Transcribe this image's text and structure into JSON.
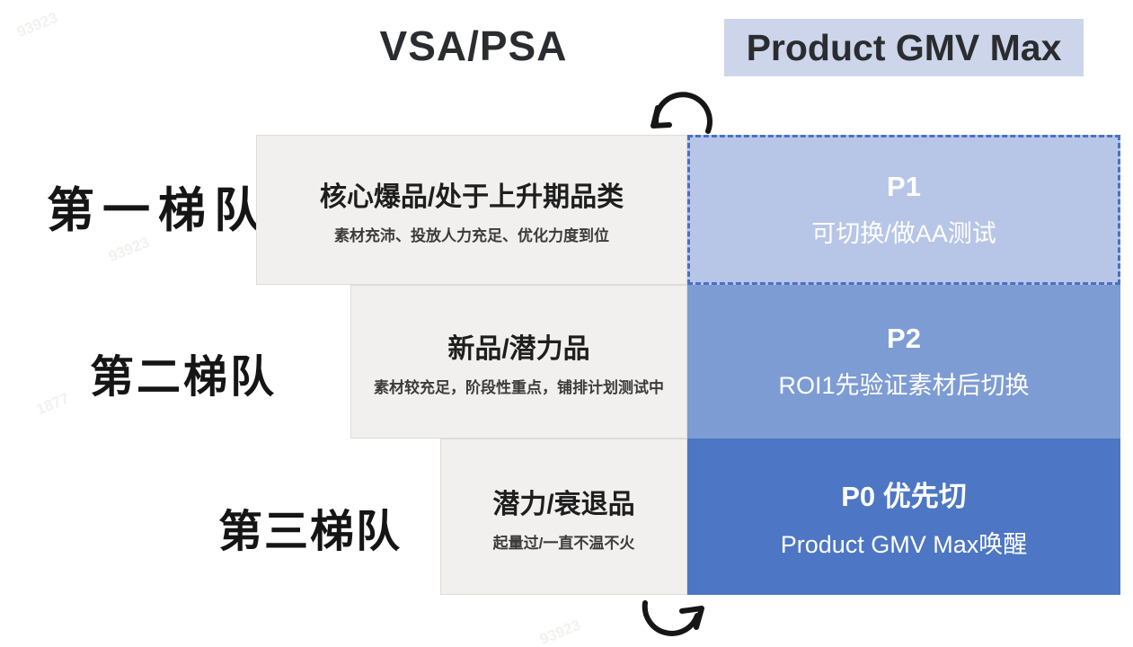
{
  "header": {
    "left_method": "VSA/PSA",
    "right_method": "Product GMV Max",
    "right_highlight_color": "#ccd5e9"
  },
  "arrows": {
    "top_icon": "curved-arrow-counterclockwise",
    "bottom_icon": "curved-arrow-clockwise"
  },
  "tiers": [
    {
      "label": "第一梯队",
      "product": "核心爆品/处于上升期品类",
      "product_note": "素材充沛、投放人力充足、优化力度到位",
      "priority": "P1",
      "priority_note": "可切换/做AA测试"
    },
    {
      "label": "第二梯队",
      "product": "新品/潜力品",
      "product_note": "素材较充足，阶段性重点，铺排计划测试中",
      "priority": "P2",
      "priority_note": "ROI1先验证素材后切换"
    },
    {
      "label": "第三梯队",
      "product": "潜力/衰退品",
      "product_note": "起量过/一直不温不火",
      "priority": "P0 优先切",
      "priority_note": "Product GMV Max唤醒"
    }
  ],
  "colors": {
    "p1_fill": "#b7c6e7",
    "p1_dashed_border": "#4a70c2",
    "p2_fill": "#7e9cd4",
    "p0_fill": "#4d76c4",
    "gray_box_fill": "#f1f0ee",
    "title_highlight": "#ccd5e9",
    "text_dark": "#1e1e1e",
    "text_white": "#ffffff"
  },
  "watermarks": [
    "93923",
    "1877",
    "93923",
    "1877",
    "1877",
    "93923"
  ]
}
